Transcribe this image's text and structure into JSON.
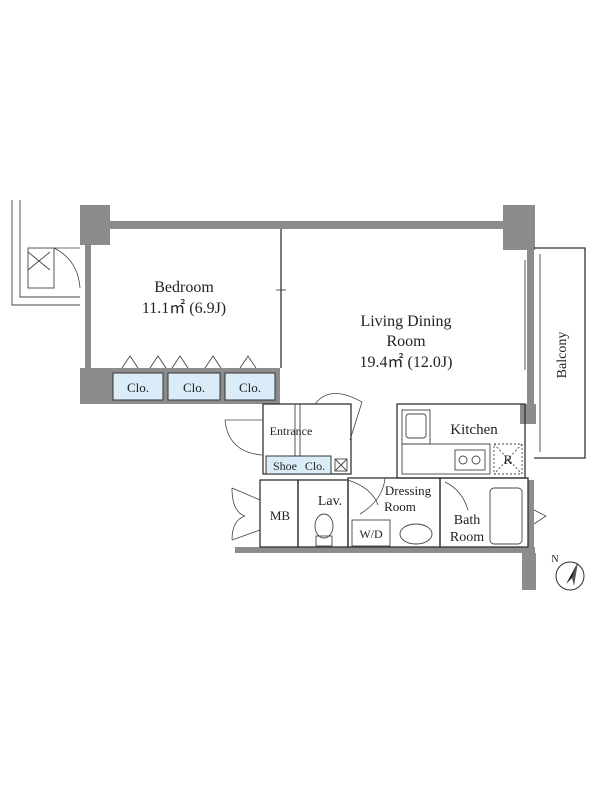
{
  "rooms": {
    "bedroom": {
      "name": "Bedroom",
      "area": "11.1㎡ (6.9J)"
    },
    "living": {
      "name_line1": "Living Dining",
      "name_line2": "Room",
      "area": "19.4㎡ (12.0J)"
    },
    "kitchen": {
      "name": "Kitchen"
    },
    "balcony": {
      "name": "Balcony"
    },
    "entrance": {
      "name": "Entrance"
    },
    "shoe_closet": {
      "name_a": "Shoe",
      "name_b": "Clo."
    },
    "lavatory": {
      "name": "Lav."
    },
    "mb": {
      "name": "MB"
    },
    "washer": {
      "name": "W/D"
    },
    "dressing": {
      "name_line1": "Dressing",
      "name_line2": "Room"
    },
    "bath": {
      "name_line1": "Bath",
      "name_line2": "Room"
    },
    "fridge": {
      "name": "R"
    }
  },
  "closets": [
    "Clo.",
    "Clo.",
    "Clo."
  ],
  "compass": {
    "label": "N"
  },
  "colors": {
    "closet_fill": "#d9ecf7",
    "wall": "#8c8c8c",
    "line": "#333333"
  }
}
